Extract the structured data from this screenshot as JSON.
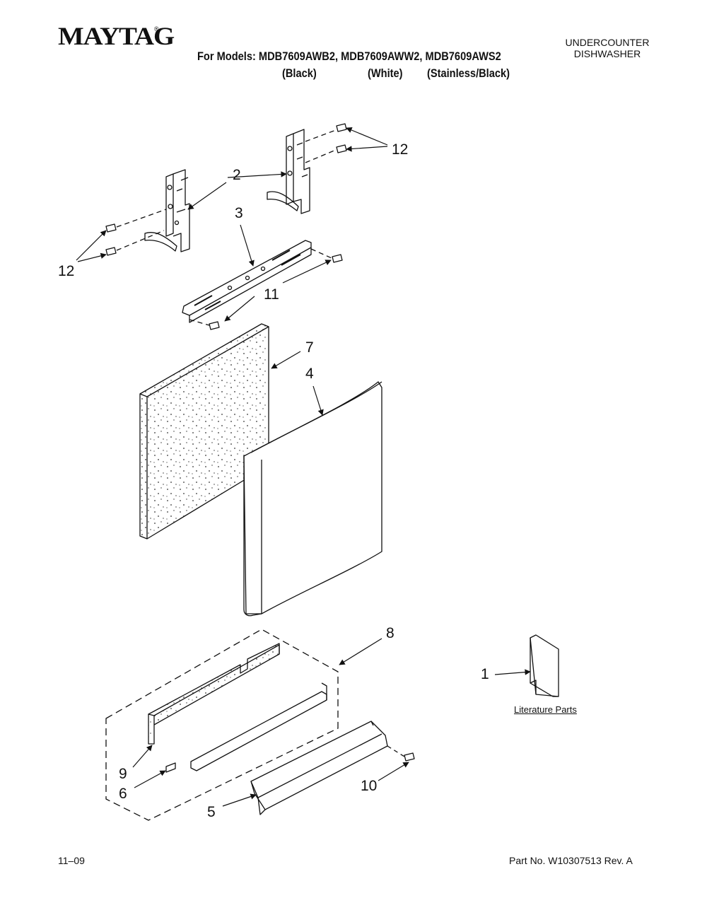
{
  "header": {
    "brand": "MAYTAG",
    "brand_mark": "®",
    "models_label": "For Models: MDB7609AWB2, MDB7609AWW2, MDB7609AWS2",
    "variant_black": "(Black)",
    "variant_white": "(White)",
    "variant_stainless": "(Stainless/Black)",
    "appliance_line1": "UNDERCOUNTER",
    "appliance_line2": "DISHWASHER"
  },
  "callouts": {
    "c1": "1",
    "c2": "2",
    "c3": "3",
    "c4": "4",
    "c5": "5",
    "c6": "6",
    "c7": "7",
    "c8": "8",
    "c9": "9",
    "c10": "10",
    "c11": "11",
    "c12_right": "12",
    "c12_left": "12"
  },
  "literature_label": "Literature Parts",
  "footer": {
    "date": "11–09",
    "part_number": "Part No. W10307513 Rev. A"
  }
}
